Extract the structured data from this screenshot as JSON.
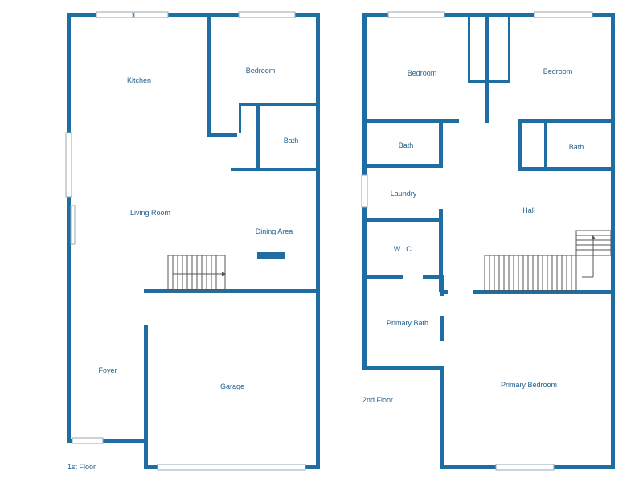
{
  "floor1": {
    "label": "1st Floor",
    "rooms": {
      "kitchen": "Kitchen",
      "bedroom": "Bedroom",
      "bath": "Bath",
      "living_room": "Living Room",
      "dining_area": "Dining Area",
      "foyer": "Foyer",
      "garage": "Garage"
    }
  },
  "floor2": {
    "label": "2nd Floor",
    "rooms": {
      "bedroom_left": "Bedroom",
      "bedroom_right": "Bedroom",
      "bath_left": "Bath",
      "bath_right": "Bath",
      "laundry": "Laundry",
      "hall": "Hall",
      "wic": "W.I.C.",
      "primary_bath": "Primary Bath",
      "primary_bedroom": "Primary Bedroom"
    }
  },
  "colors": {
    "wall": "#1f6ea3",
    "label": "#1f5f8c"
  }
}
